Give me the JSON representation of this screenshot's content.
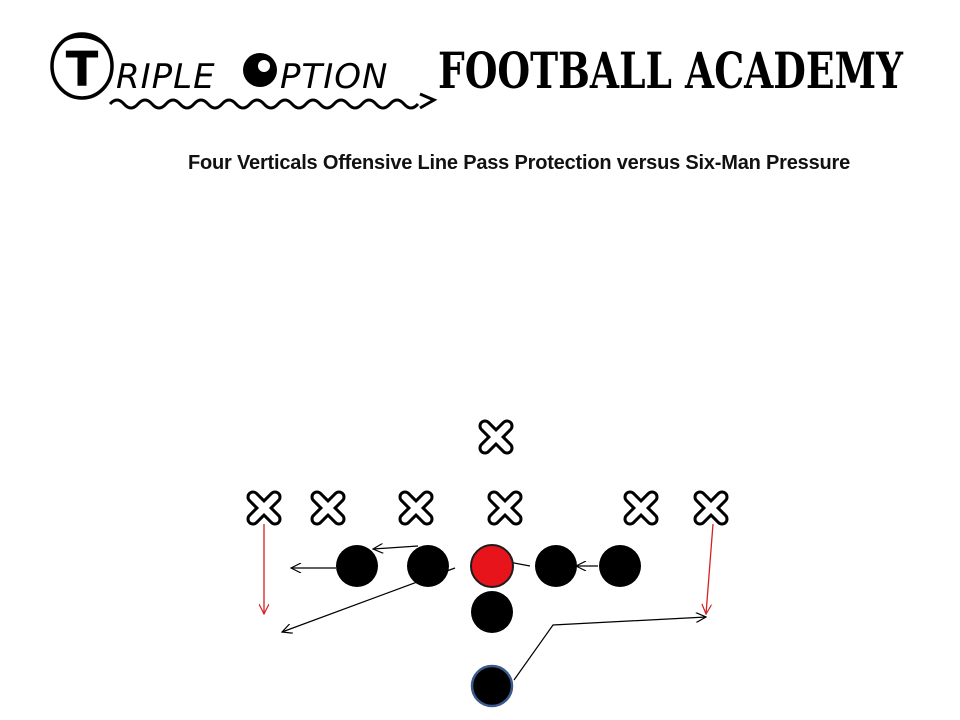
{
  "header": {
    "logo_word_1": "TRIPLE",
    "logo_word_2": "OPTION",
    "academy_text": "FOOTBALL ACADEMY"
  },
  "title": "Four Verticals Offensive Line Pass Protection versus Six-Man Pressure",
  "colors": {
    "defender": "#000000",
    "lineman": "#000000",
    "center": "#e8141b",
    "quarterback_outline": "#3b5a8c",
    "block_arrow": "#000000",
    "rush_arrow": "#d42020"
  },
  "diagram": {
    "defenders": [
      "X",
      "X",
      "X",
      "X",
      "X",
      "X",
      "X"
    ],
    "offense": [
      "lineman",
      "lineman",
      "center",
      "lineman",
      "lineman",
      "back",
      "quarterback"
    ]
  }
}
